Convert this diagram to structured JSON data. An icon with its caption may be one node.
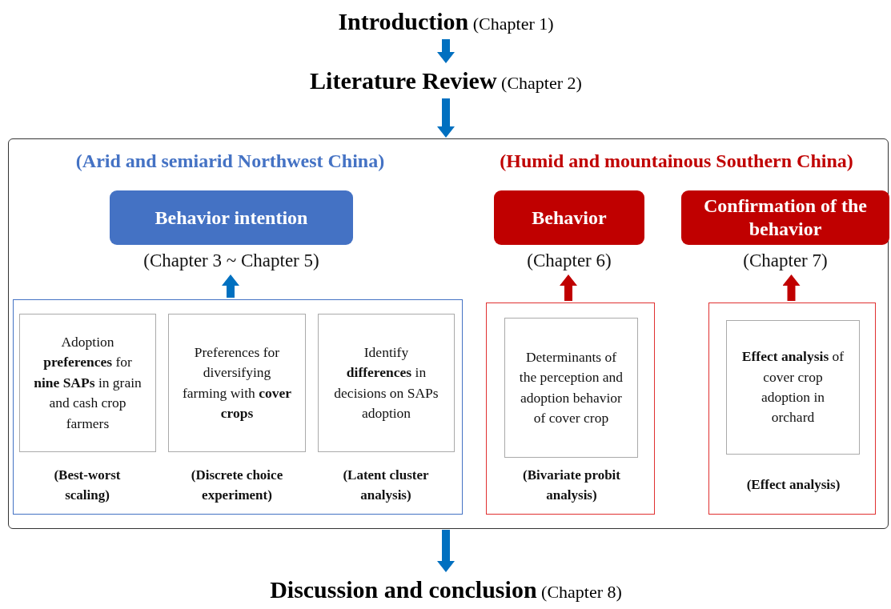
{
  "diagram": {
    "nodes": [
      {
        "text": [
          "**Introduction** (Chapter 1)"
        ]
      },
      {
        "text": [
          "**Literature Review** (Chapter 2)"
        ]
      },
      {
        "text": [],
        "shape": "box"
      },
      {
        "text": [
          "Behavior intention"
        ],
        "beside": [
          "(Chapter 3 ~ Chapter 5)"
        ],
        "in": 2
      },
      {
        "text": [
          "Behavior"
        ],
        "beside": [
          "(Chapter 6)"
        ],
        "in": 2
      },
      {
        "text": [
          "Confirmation of the behavior"
        ],
        "beside": [
          "(Chapter 7)"
        ],
        "in": 2
      },
      {
        "text": [],
        "shape": "box",
        "in": 2
      },
      {
        "text": [
          "Adoption **preferences** for **nine SAPs** in grain and cash crop farmers"
        ],
        "beside": [
          "(Best-worst scaling)"
        ],
        "in": 6
      },
      {
        "text": [
          "Preferences for diversifying farming with **cover crops**"
        ],
        "beside": [
          "(Discrete choice experiment)"
        ],
        "in": 6
      },
      {
        "text": [
          "Identify **differences** in decisions on SAPs adoption"
        ],
        "beside": [
          "(Latent cluster analysis)"
        ],
        "in": 6
      },
      {
        "text": [],
        "shape": "box",
        "in": 2
      },
      {
        "text": [
          "Determinants of the perception and adoption behavior of cover crop"
        ],
        "beside": [
          "(Bivariate probit analysis)"
        ],
        "in": 10
      },
      {
        "text": [],
        "shape": "box",
        "in": 2
      },
      {
        "text": [
          "**Effect analysis** of cover crop adoption in orchard"
        ],
        "beside": [
          "(Effect analysis)"
        ],
        "in": 12
      },
      {
        "text": [
          "**Discussion and conclusion** (Chapter 8)"
        ]
      }
    ],
    "edges": [
      {
        "from": 0,
        "to": 1,
        "arrow": "to"
      },
      {
        "from": 1,
        "to": 2,
        "arrow": "to"
      },
      {
        "from": 6,
        "to": 3,
        "arrow": "to"
      },
      {
        "from": 10,
        "to": 4,
        "arrow": "to",
        "color": "#c00000"
      },
      {
        "from": 12,
        "to": 5,
        "arrow": "to",
        "color": "#c00000"
      },
      {
        "from": 2,
        "to": 14,
        "arrow": "to"
      }
    ],
    "labels": [
      "(Arid and semiarid Northwest China)",
      "(Humid and mountainous Southern China)"
    ]
  }
}
